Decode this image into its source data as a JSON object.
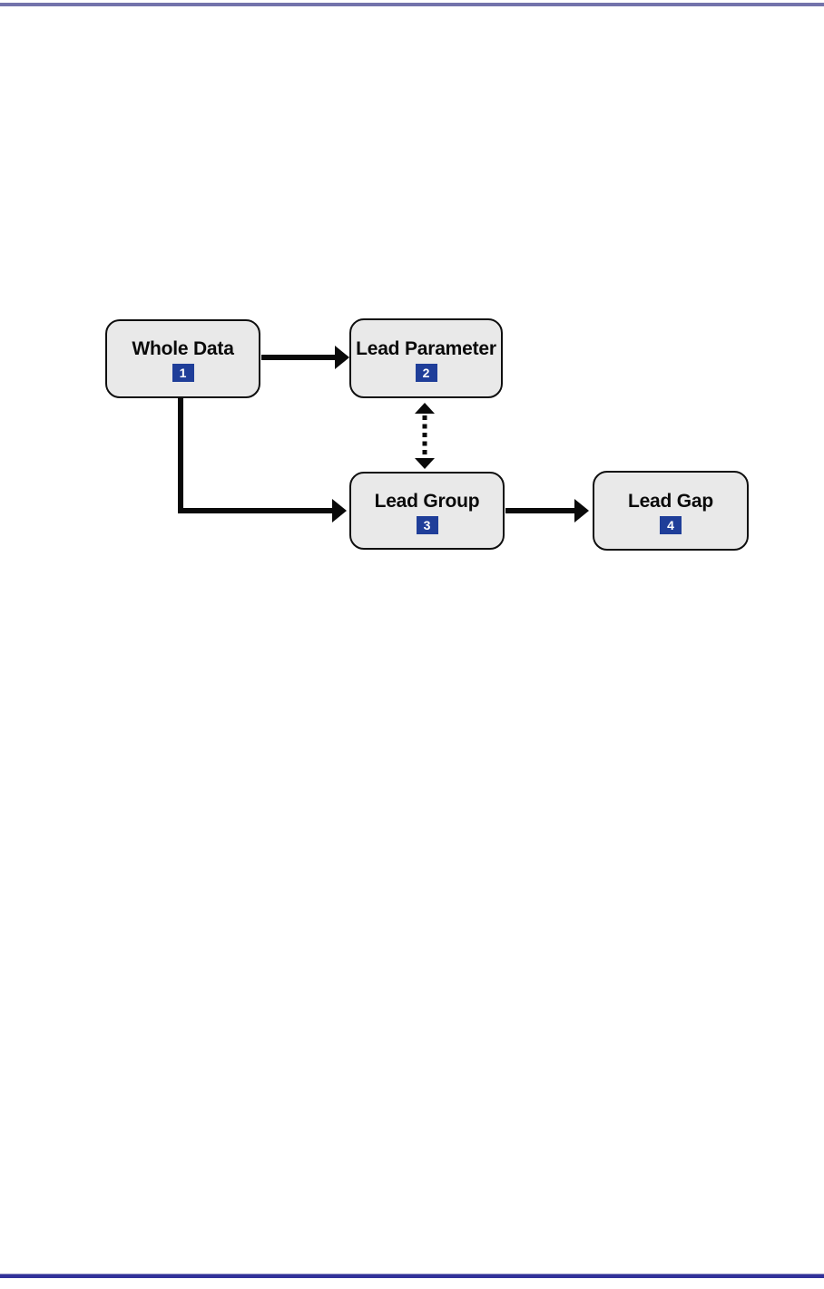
{
  "colors": {
    "top_rule": "#7373ab",
    "bottom_rule_dark": "#32329a",
    "bottom_rule_light": "#8a8ac0",
    "node_fill": "#e9e9e9",
    "node_border": "#0f0f0f",
    "badge_bg": "#1f3e99",
    "badge_text": "#ffffff",
    "arrow": "#0a0a0a",
    "page_bg": "#ffffff"
  },
  "diagram": {
    "nodes": [
      {
        "id": "whole-data",
        "label": "Whole Data",
        "step": "1"
      },
      {
        "id": "lead-parameter",
        "label": "Lead Parameter",
        "step": "2"
      },
      {
        "id": "lead-group",
        "label": "Lead Group",
        "step": "3"
      },
      {
        "id": "lead-gap",
        "label": "Lead Gap",
        "step": "4"
      }
    ],
    "connections": [
      {
        "from": "whole-data",
        "to": "lead-parameter",
        "style": "solid-arrow"
      },
      {
        "from": "whole-data",
        "to": "lead-group",
        "style": "solid-elbow-arrow"
      },
      {
        "from": "lead-parameter",
        "to": "lead-group",
        "style": "dashed-double-arrow"
      },
      {
        "from": "lead-group",
        "to": "lead-gap",
        "style": "solid-arrow"
      }
    ]
  }
}
